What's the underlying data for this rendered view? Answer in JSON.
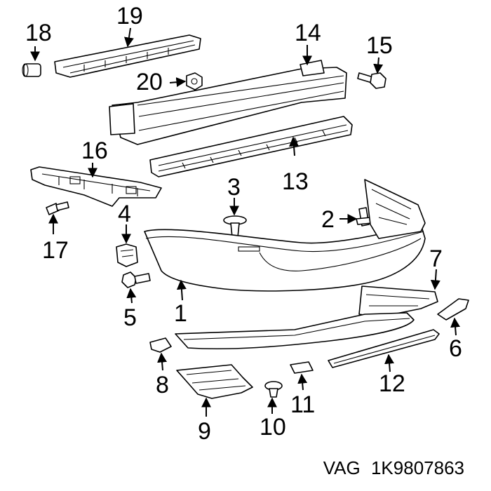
{
  "diagram": {
    "callouts": [
      "1",
      "2",
      "3",
      "4",
      "5",
      "6",
      "7",
      "8",
      "9",
      "10",
      "11",
      "12",
      "13",
      "14",
      "15",
      "16",
      "17",
      "18",
      "19",
      "20"
    ]
  },
  "footer": {
    "brand": "VAG",
    "part_number": "1K9807863"
  }
}
